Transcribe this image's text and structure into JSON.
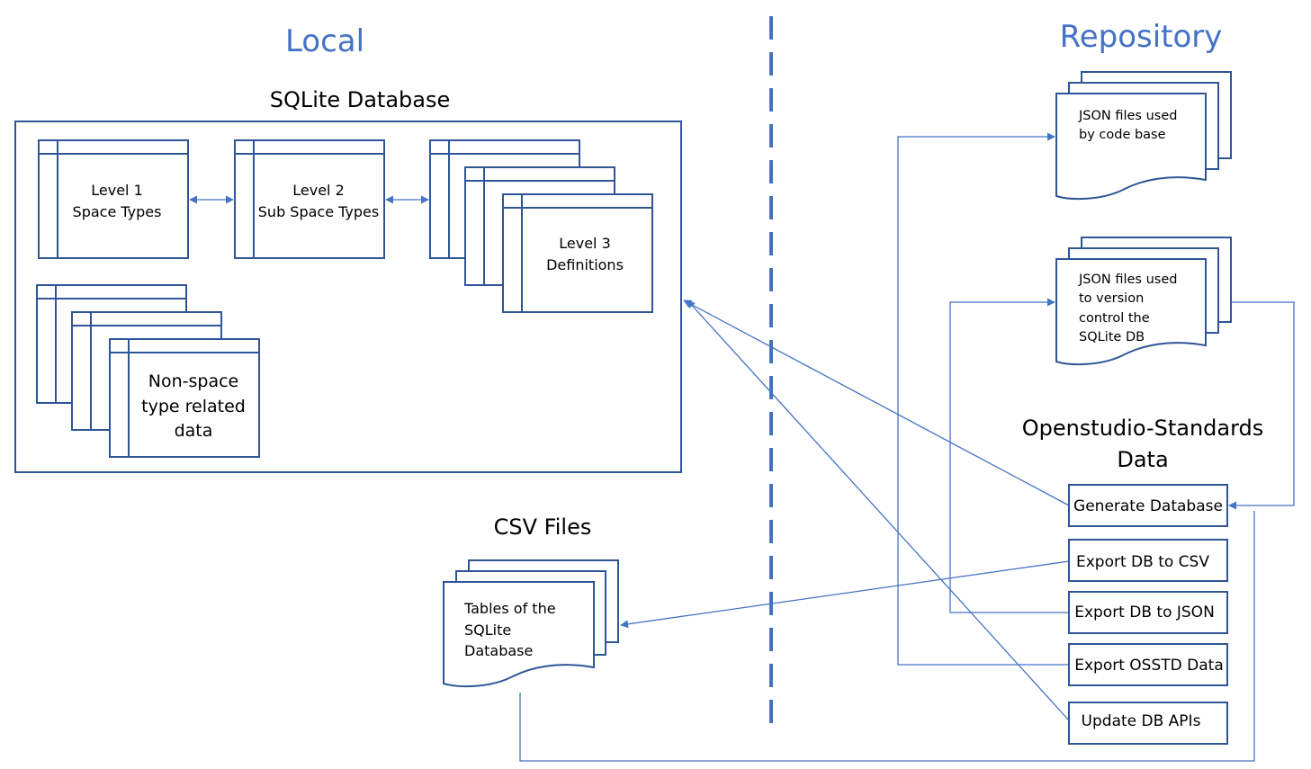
{
  "local": {
    "title": "Local",
    "sqlite": {
      "title": "SQLite Database",
      "level1": [
        "Level 1",
        "Space Types"
      ],
      "level2": [
        "Level 2",
        "Sub Space Types"
      ],
      "level3": [
        "Level 3",
        "Definitions"
      ],
      "nonspace": [
        "Non-space",
        "type related",
        "data"
      ]
    },
    "csv": {
      "title": "CSV Files",
      "doc": [
        "Tables of the",
        "SQLite",
        "Database"
      ]
    }
  },
  "repository": {
    "title": "Repository",
    "json_code": [
      "JSON files used",
      "by code base"
    ],
    "json_version": [
      "JSON files used",
      "to version",
      "control the",
      "SQLite DB"
    ],
    "osstd": {
      "title": [
        "Openstudio-Standards",
        "Data"
      ],
      "buttons": {
        "generate": "Generate Database",
        "export_csv": "Export DB to CSV",
        "export_json": "Export DB to JSON",
        "export_osstd": "Export OSSTD Data",
        "update_apis": "Update DB APIs"
      }
    }
  },
  "colors": {
    "accent": "#4472c4",
    "stroke": "#2f5597"
  }
}
